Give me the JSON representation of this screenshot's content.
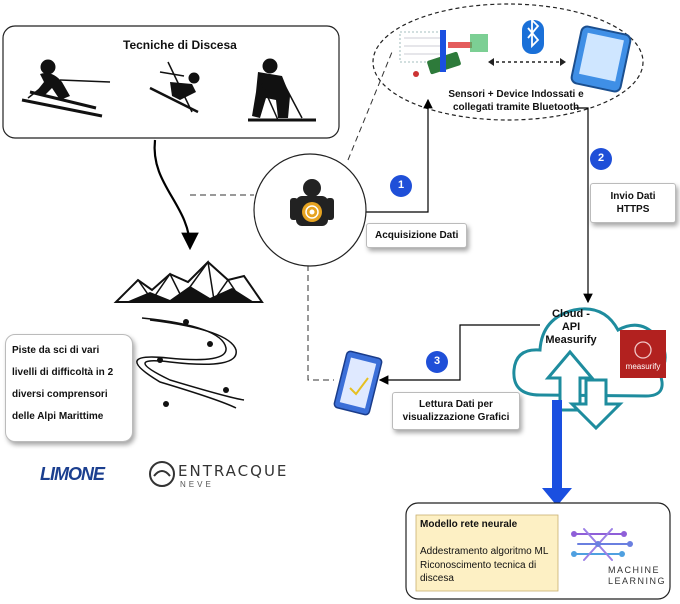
{
  "techniques_box": {
    "title": "Tecniche di Discesa"
  },
  "sensors": {
    "caption": "Sensori + Device Indossati e collegati tramite Bluetooth"
  },
  "steps": [
    {
      "number": "1",
      "label": "Acquisizione Dati"
    },
    {
      "number": "2",
      "label": "Invio Dati HTTPS"
    },
    {
      "number": "3",
      "label": "Lettura Dati per visualizzazione Grafici"
    }
  ],
  "cloud": {
    "label": "Cloud - API Measurify"
  },
  "measurify_logo": {
    "text": "measurify"
  },
  "slopes_note": {
    "text": "Piste da sci di vari livelli di difficoltà in 2 diversi comprensori delle Alpi Marittime"
  },
  "resorts": {
    "limone": "LIMONE",
    "entracque": "ENTRACQUE",
    "entracque_sub": "NEVE"
  },
  "ml_box": {
    "title": "Modello rete neurale",
    "line1": "Addestramento algoritmo ML",
    "line2": "Riconoscimento tecnica di discesa"
  },
  "ml_logo": {
    "line1": "MACHINE",
    "line2": "LEARNING"
  },
  "colors": {
    "step_badge": "#1f4fd8",
    "cloud": "#1e8c9e",
    "down_arrow": "#1a4fe0",
    "note_bg": "#fdf0c4",
    "measurify_bg": "#b2211f"
  }
}
